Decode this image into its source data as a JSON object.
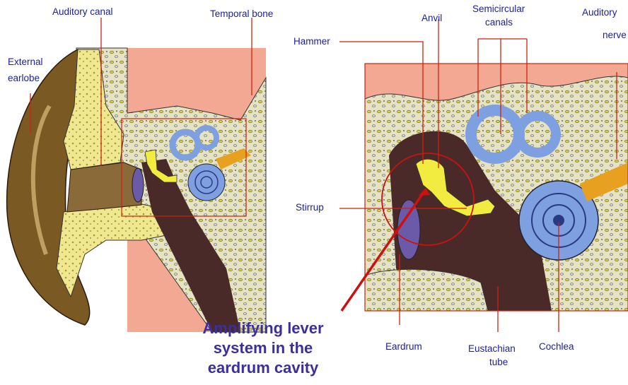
{
  "labels": {
    "auditory_canal": "Auditory canal",
    "temporal_bone": "Temporal bone",
    "external_earlobe_1": "External",
    "external_earlobe_2": "earlobe",
    "hammer": "Hammer",
    "anvil": "Anvil",
    "semicircular_1": "Semicircular",
    "semicircular_2": "canals",
    "auditory_nerve_1": "Auditory",
    "auditory_nerve_2": "nerve",
    "stirrup": "Stirrup",
    "eardrum": "Eardrum",
    "eustachian_1": "Eustachian",
    "eustachian_2": "tube",
    "cochlea": "Cochlea"
  },
  "caption": {
    "line1": "Amplifying lever",
    "line2": "system in the",
    "line3": "eardrum cavity"
  },
  "colors": {
    "label_text": "#1a1f9e",
    "leader": "#cc1111",
    "bone": "#e8e4c0",
    "bone_texture": "#d8cc40",
    "flesh": "#f0a090",
    "earlobe": "#7a5a20",
    "cochlea": "#7fa0e0",
    "ossicle": "#f2ec40",
    "cavity": "#4a2a28",
    "caption": "#3b2f9e"
  }
}
